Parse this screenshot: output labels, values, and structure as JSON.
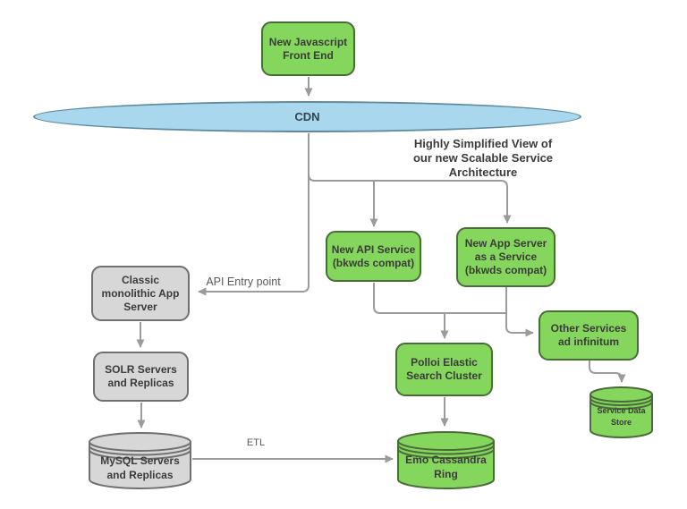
{
  "diagram": {
    "annotation": "Highly Simplified View of\nour new Scalable Service\nArchitecture",
    "nodes": {
      "js_frontend": "New Javascript\nFront End",
      "cdn": "CDN",
      "api_service": "New API Service\n(bkwds compat)",
      "app_server": "New App Server\nas a Service\n(bkwds compat)",
      "classic_app": "Classic\nmonolithic App\nServer",
      "solr": "SOLR Servers\nand Replicas",
      "mysql": "MySQL Servers\nand Replicas",
      "polloi": "Polloi Elastic\nSearch Cluster",
      "emo": "Emo Cassandra\nRing",
      "other_services": "Other Services\nad infinitum",
      "service_data_store": "Service Data\nStore"
    },
    "edge_labels": {
      "api_entry": "API Entry point",
      "etl": "ETL"
    },
    "edges": [
      {
        "from": "js_frontend",
        "to": "cdn",
        "label": ""
      },
      {
        "from": "cdn",
        "to": "classic_app",
        "label": "API Entry point"
      },
      {
        "from": "cdn",
        "to": "api_service",
        "label": ""
      },
      {
        "from": "cdn",
        "to": "app_server",
        "label": ""
      },
      {
        "from": "classic_app",
        "to": "solr",
        "label": ""
      },
      {
        "from": "solr",
        "to": "mysql",
        "label": ""
      },
      {
        "from": "mysql",
        "to": "emo",
        "label": "ETL"
      },
      {
        "from": "api_service",
        "to": "polloi",
        "label": ""
      },
      {
        "from": "app_server",
        "to": "polloi",
        "label": ""
      },
      {
        "from": "app_server",
        "to": "other_services",
        "label": ""
      },
      {
        "from": "polloi",
        "to": "emo",
        "label": ""
      },
      {
        "from": "other_services",
        "to": "service_data_store",
        "label": ""
      }
    ],
    "colors": {
      "node_green_fill": "#85D65C",
      "node_green_border": "#4A6B3A",
      "node_gray_fill": "#D7D7D7",
      "node_gray_border": "#707070",
      "cdn_fill": "#A9D8EE",
      "cdn_border": "#62889B",
      "connector": "#9B9B9B",
      "text": "#3B3B3B"
    }
  }
}
